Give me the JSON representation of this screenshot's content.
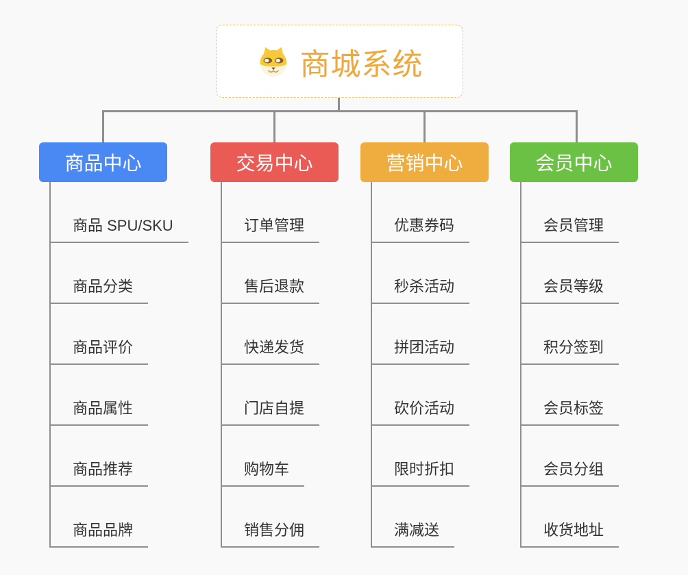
{
  "root": {
    "title": "商城系统",
    "icon": "shiba-dog-icon",
    "title_color": "#F0A73C",
    "border_color": "#F3C273"
  },
  "connector_color": "#8E8E8E",
  "branches": [
    {
      "label": "商品中心",
      "color": "#4A89F3",
      "items": [
        "商品 SPU/SKU",
        "商品分类",
        "商品评价",
        "商品属性",
        "商品推荐",
        "商品品牌"
      ]
    },
    {
      "label": "交易中心",
      "color": "#EA5B55",
      "items": [
        "订单管理",
        "售后退款",
        "快递发货",
        "门店自提",
        "购物车",
        "销售分佣"
      ]
    },
    {
      "label": "营销中心",
      "color": "#EFAD40",
      "items": [
        "优惠券码",
        "秒杀活动",
        "拼团活动",
        "砍价活动",
        "限时折扣",
        "满减送"
      ]
    },
    {
      "label": "会员中心",
      "color": "#6BC143",
      "items": [
        "会员管理",
        "会员等级",
        "积分签到",
        "会员标签",
        "会员分组",
        "收货地址"
      ]
    }
  ]
}
